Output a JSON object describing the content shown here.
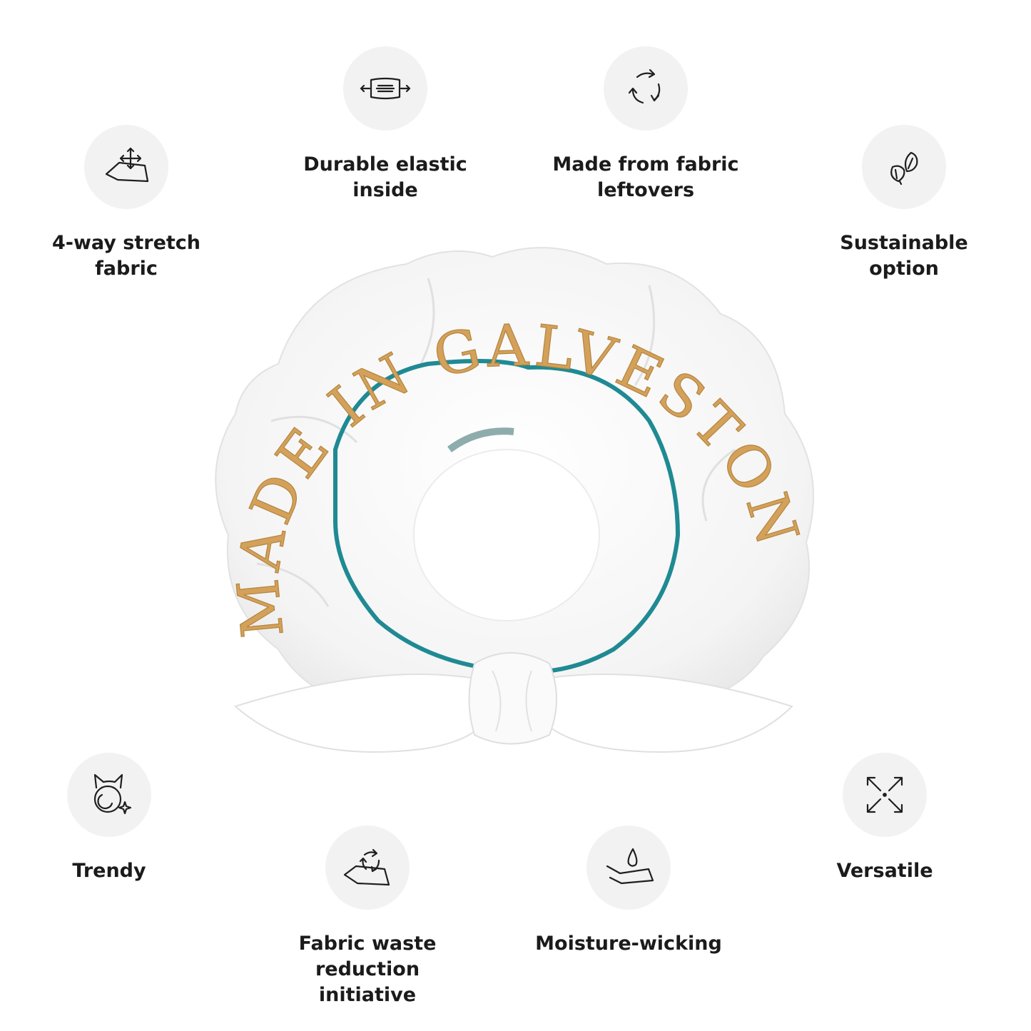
{
  "features": {
    "stretch": {
      "label": "4-way stretch\nfabric",
      "icon": "stretch-fabric-icon"
    },
    "elastic": {
      "label": "Durable elastic\ninside",
      "icon": "elastic-band-icon"
    },
    "leftovers": {
      "label": "Made from fabric\nleftovers",
      "icon": "recycle-arrows-icon"
    },
    "sustainable": {
      "label": "Sustainable\noption",
      "icon": "leaves-icon"
    },
    "trendy": {
      "label": "Trendy",
      "icon": "cat-sparkle-icon"
    },
    "waste": {
      "label": "Fabric waste reduction\ninitiative",
      "icon": "fabric-recycle-icon"
    },
    "moisture": {
      "label": "Moisture-wicking",
      "icon": "water-drop-fabric-icon"
    },
    "versatile": {
      "label": "Versatile",
      "icon": "expand-arrows-icon"
    }
  },
  "product": {
    "print_text": "MADE IN GALVESTON",
    "colors": {
      "fabric": "#ffffff",
      "gold": "#d4a15a",
      "teal": "#1f8a93",
      "icon_bg": "#f2f2f2"
    }
  }
}
